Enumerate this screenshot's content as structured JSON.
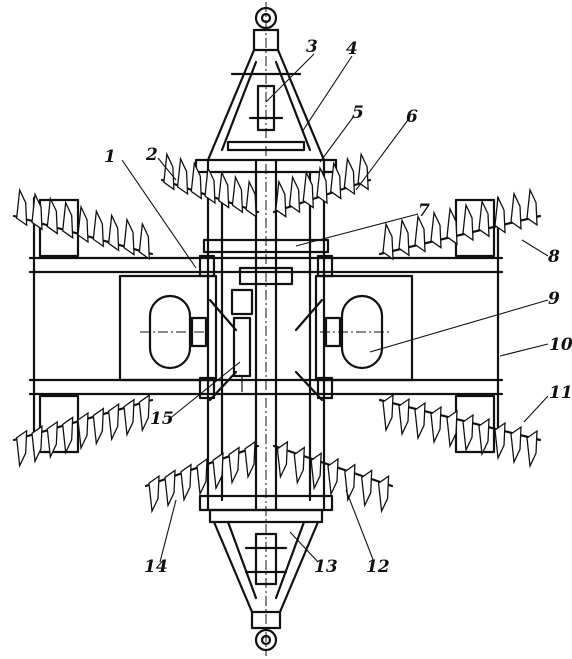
{
  "labels": [
    {
      "id": "1",
      "text": "1"
    },
    {
      "id": "2",
      "text": "2"
    },
    {
      "id": "3",
      "text": "3"
    },
    {
      "id": "4",
      "text": "4"
    },
    {
      "id": "5",
      "text": "5"
    },
    {
      "id": "6",
      "text": "6"
    },
    {
      "id": "7",
      "text": "7"
    },
    {
      "id": "8",
      "text": "8"
    },
    {
      "id": "9",
      "text": "9"
    },
    {
      "id": "10",
      "text": "10"
    },
    {
      "id": "11",
      "text": "11"
    },
    {
      "id": "12",
      "text": "12"
    },
    {
      "id": "13",
      "text": "13"
    },
    {
      "id": "14",
      "text": "14"
    },
    {
      "id": "15",
      "text": "15"
    }
  ],
  "colors": {
    "ink": "#111111",
    "paper": "#ffffff"
  }
}
